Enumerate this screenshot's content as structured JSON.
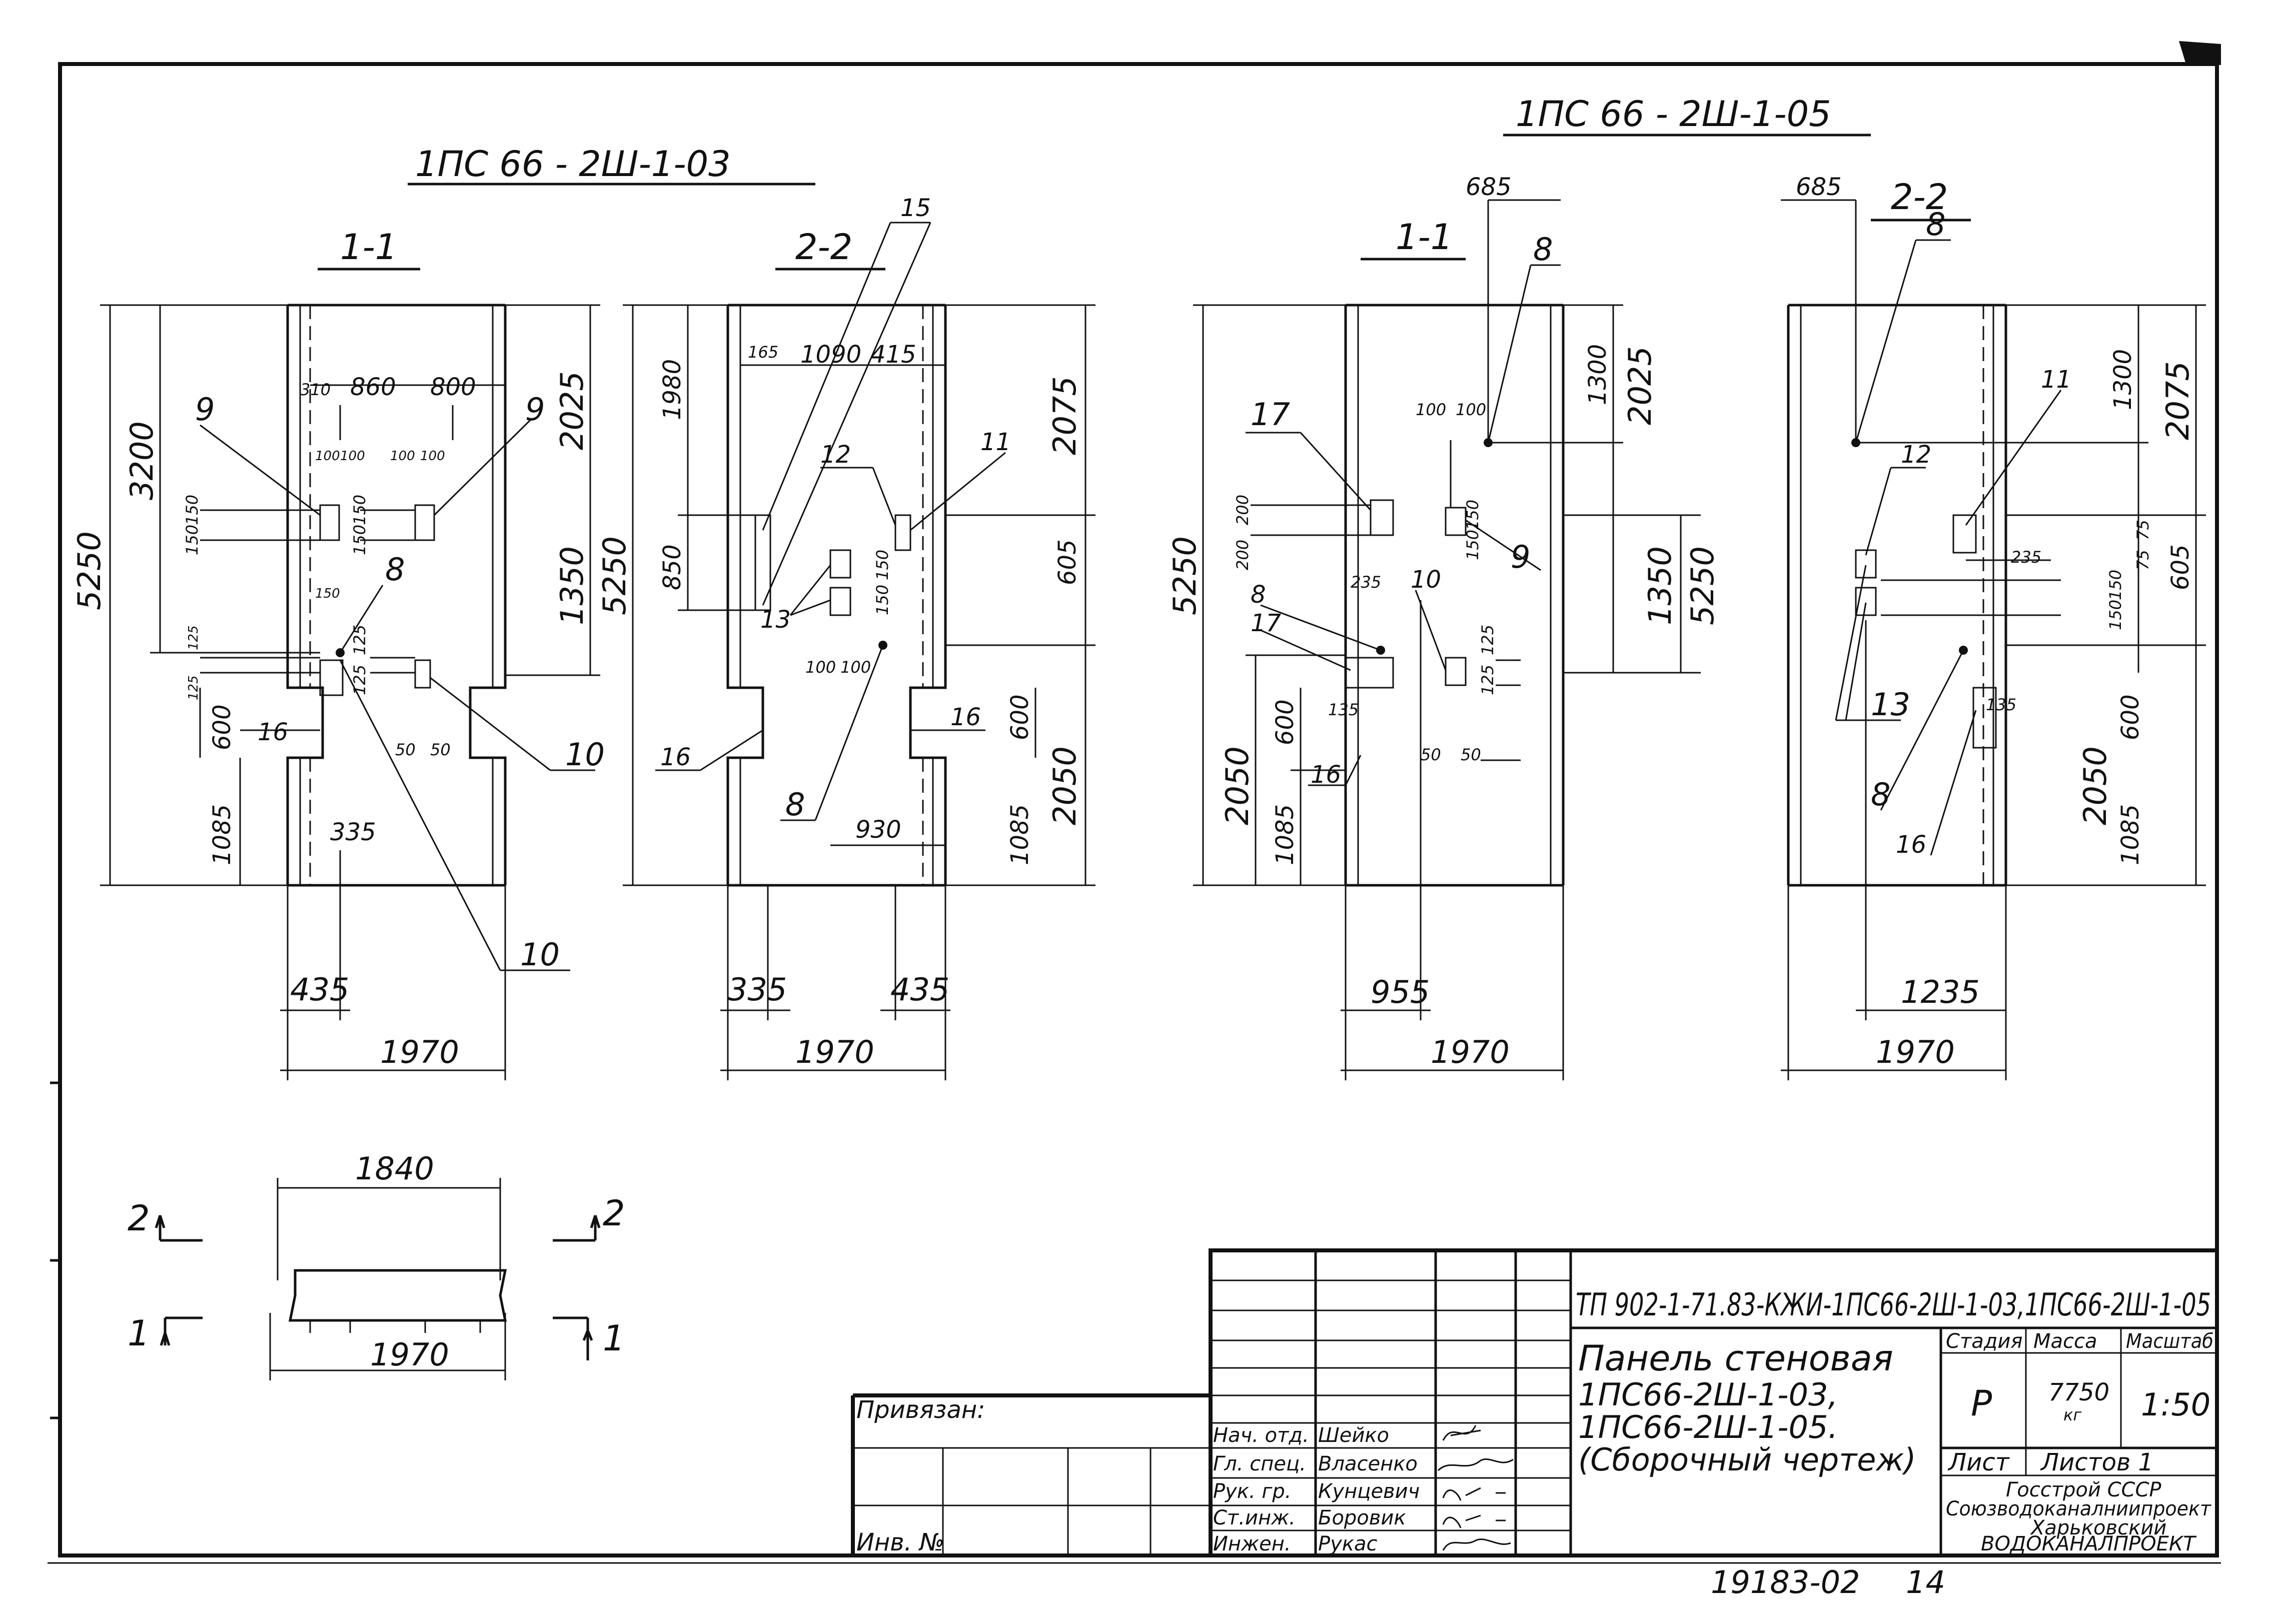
{
  "titles": {
    "group_left": "1ПС 66 - 2Ш-1-03",
    "group_right": "1ПС 66 - 2Ш-1-05",
    "section_1": "1-1",
    "section_2": "2-2"
  },
  "view_a": {
    "dims": [
      "5250",
      "3200",
      "2025",
      "1350",
      "310",
      "860",
      "800",
      "100",
      "100",
      "100",
      "100",
      "150",
      "150",
      "150",
      "150",
      "125",
      "125",
      "125",
      "125",
      "150",
      "50",
      "50",
      "600",
      "1085",
      "335",
      "435",
      "1970"
    ],
    "callouts": [
      "9",
      "9",
      "8",
      "16",
      "10",
      "10"
    ]
  },
  "view_b": {
    "dims": [
      "5250",
      "1980",
      "850",
      "165",
      "1090",
      "415",
      "2075",
      "605",
      "150",
      "150",
      "100",
      "100",
      "930",
      "600",
      "2050",
      "1085",
      "335",
      "435",
      "1970"
    ],
    "callouts": [
      "15",
      "12",
      "11",
      "13",
      "16",
      "16",
      "8"
    ]
  },
  "view_c": {
    "dims": [
      "685",
      "5250",
      "1300",
      "2025",
      "100",
      "100",
      "200",
      "200",
      "150",
      "150",
      "235",
      "1350",
      "5250",
      "125",
      "125",
      "135",
      "50",
      "50",
      "600",
      "2050",
      "1085",
      "955",
      "1970"
    ],
    "callouts": [
      "8",
      "17",
      "9",
      "8",
      "10",
      "17",
      "16"
    ]
  },
  "view_d": {
    "dims": [
      "685",
      "1300",
      "2075",
      "75",
      "75",
      "235",
      "150",
      "150",
      "605",
      "135",
      "600",
      "2050",
      "1085",
      "1235",
      "1970"
    ],
    "callouts": [
      "8",
      "11",
      "12",
      "13",
      "8",
      "16"
    ]
  },
  "plan": {
    "dim_top": "1840",
    "dim_bottom": "1970",
    "marks": [
      "2",
      "2",
      "1",
      "1"
    ]
  },
  "title_block": {
    "code": "ТП 902-1-71.83-КЖИ-1ПС66-2Ш-1-03,1ПС66-2Ш-1-05",
    "name_lines": [
      "Панель стеновая",
      "1ПС66-2Ш-1-03,",
      "1ПС66-2Ш-1-05.",
      "(Сборочный чертеж)"
    ],
    "col_headers": [
      "Стадия",
      "Масса",
      "Масштаб"
    ],
    "stage": "Р",
    "mass": "7750",
    "mass_unit": "кг",
    "scale": "1:50",
    "sheet_label": "Лист",
    "sheets_label": "Листов 1",
    "org_lines": [
      "Госстрой СССР",
      "Союзводоканалниипроект",
      "Харьковский",
      "ВОДОКАНАЛПРОЕКТ"
    ],
    "privyazan": "Привязан:",
    "inv_no": "Инв. №",
    "roles": [
      "Нач. отд.",
      "Гл. спец.",
      "Рук. гр.",
      "Ст.инж.",
      "Инжен."
    ],
    "names": [
      "Шейко",
      "Власенко",
      "Кунцевич",
      "Боровик",
      "Рукас"
    ]
  },
  "footer": {
    "archive_no": "19183-02",
    "page": "14"
  }
}
